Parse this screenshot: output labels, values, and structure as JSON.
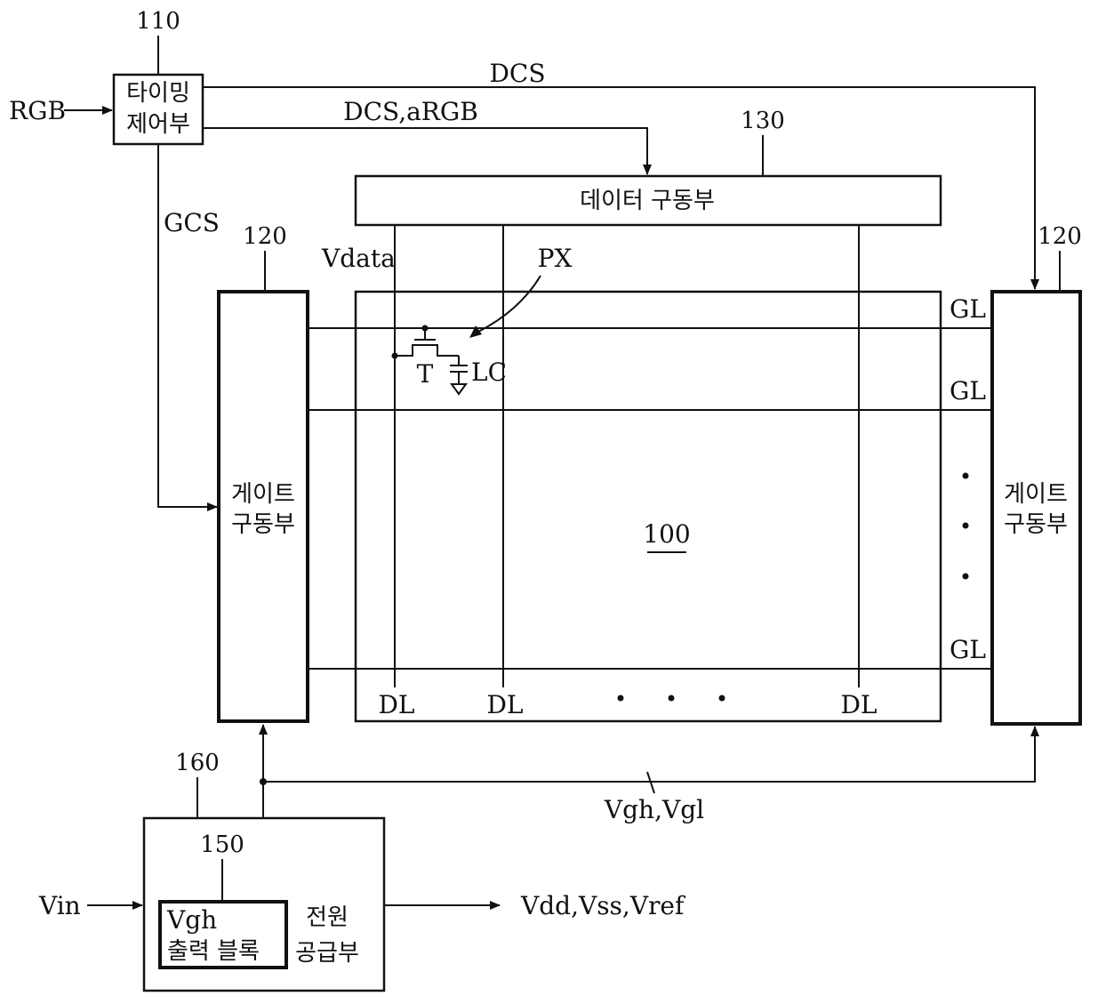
{
  "refs": {
    "timing_ref": "110",
    "gate_left_ref": "120",
    "gate_right_ref": "120",
    "data_driver_ref": "130",
    "panel_ref": "100",
    "power_ref": "160",
    "vgh_block_ref": "150"
  },
  "blocks": {
    "timing_line1": "타이밍",
    "timing_line2": "제어부",
    "data_driver": "데이터 구동부",
    "gate_line1": "게이트",
    "gate_line2": "구동부",
    "vgh_line1": "Vgh",
    "vgh_line2": "출력 블록",
    "power_line1": "전원",
    "power_line2": "공급부"
  },
  "signals": {
    "rgb": "RGB",
    "dcs": "DCS",
    "dcs_argb": "DCS,aRGB",
    "gcs": "GCS",
    "vdata": "Vdata",
    "px": "PX",
    "transistor": "T",
    "lc": "LC",
    "gl": "GL",
    "dl": "DL",
    "vgh_vgl": "Vgh,Vgl",
    "vin": "Vin",
    "vdd_vss_vref": "Vdd,Vss,Vref"
  }
}
